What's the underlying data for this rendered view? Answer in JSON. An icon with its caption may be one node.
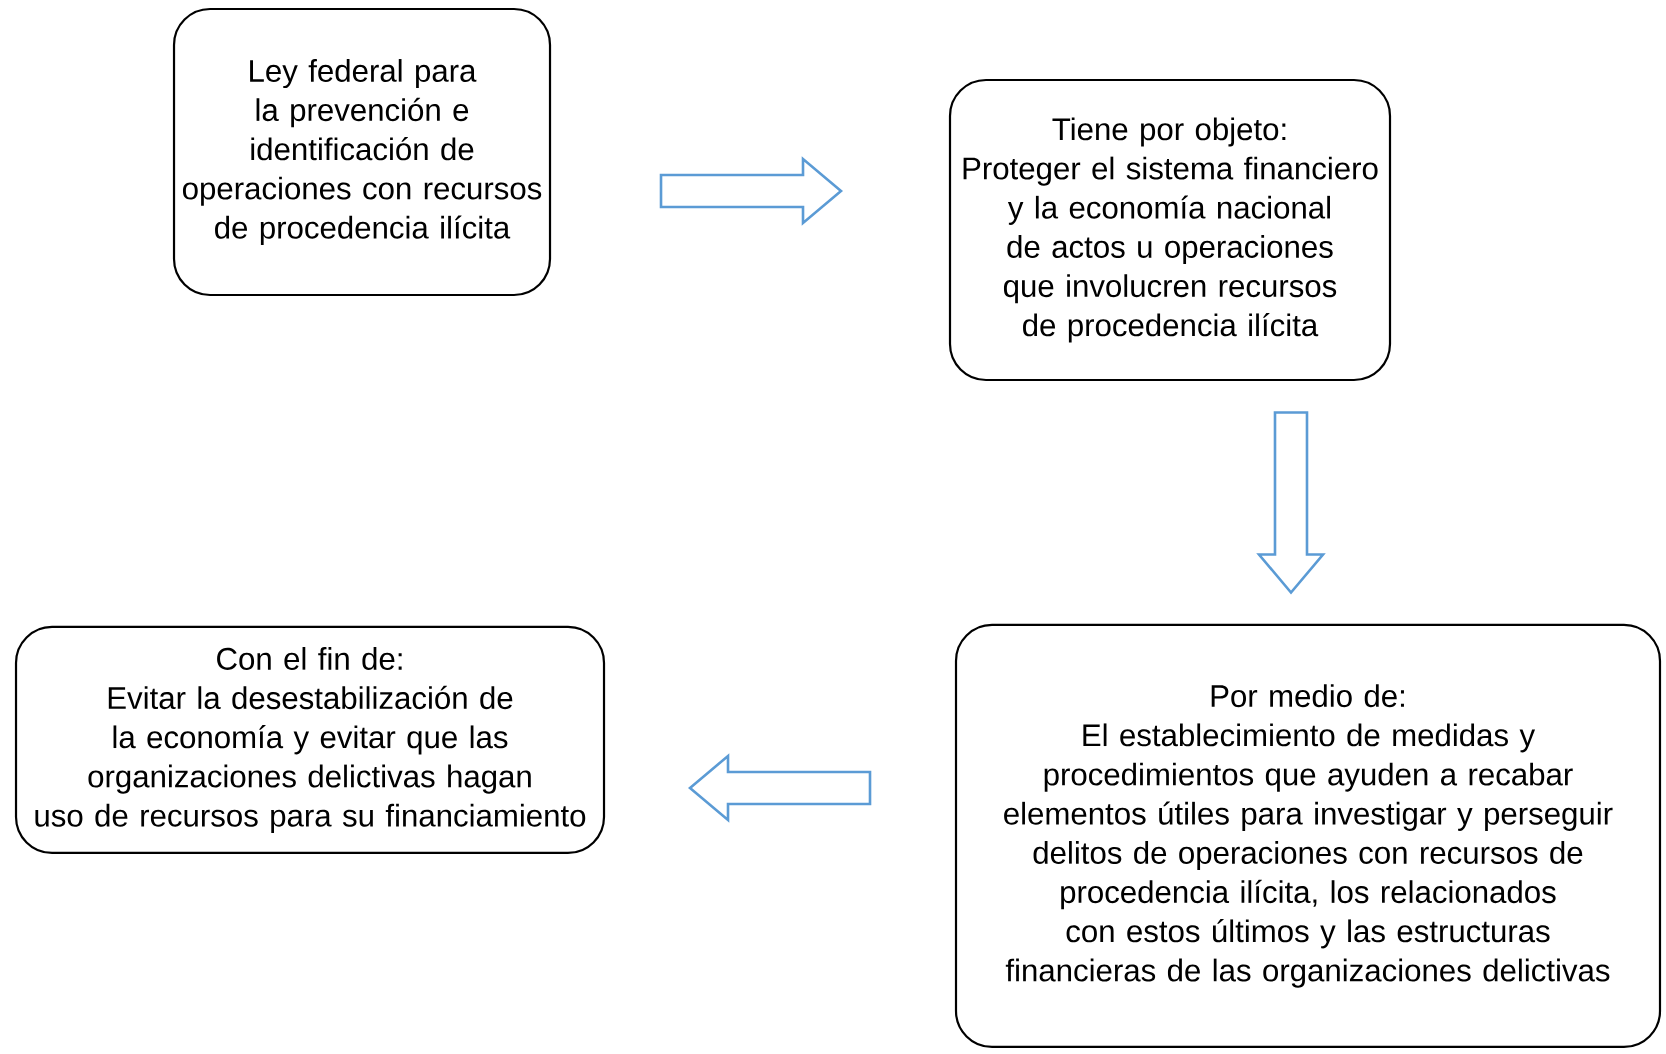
{
  "diagram": {
    "nodes": [
      {
        "text": [
          "Ley federal para la prevención e identificación de operaciones con recursos de procedencia ilícita"
        ]
      },
      {
        "text": [
          "Tiene por objeto:",
          "Proteger el sistema financiero y la economía nacional de actos u operaciones que involucren recursos de procedencia ilícita"
        ]
      },
      {
        "text": [
          "Por medio de:",
          "El establecimiento de medidas y procedimientos que ayuden a recabar elementos útiles para investigar y perseguir delitos de operaciones con recursos de procedencia ilícita, los relacionados con estos últimos y las estructuras financieras de las organizaciones delictivas"
        ]
      },
      {
        "text": [
          "Con el fin de:",
          "Evitar la desestabilización de la economía y evitar que las organizaciones delictivas hagan uso de recursos para su financiamiento"
        ]
      }
    ],
    "edges": [
      {
        "from": 0,
        "to": 1,
        "arrow": "to"
      },
      {
        "from": 1,
        "to": 2,
        "arrow": "to"
      },
      {
        "from": 2,
        "to": 3,
        "arrow": "to"
      }
    ]
  }
}
